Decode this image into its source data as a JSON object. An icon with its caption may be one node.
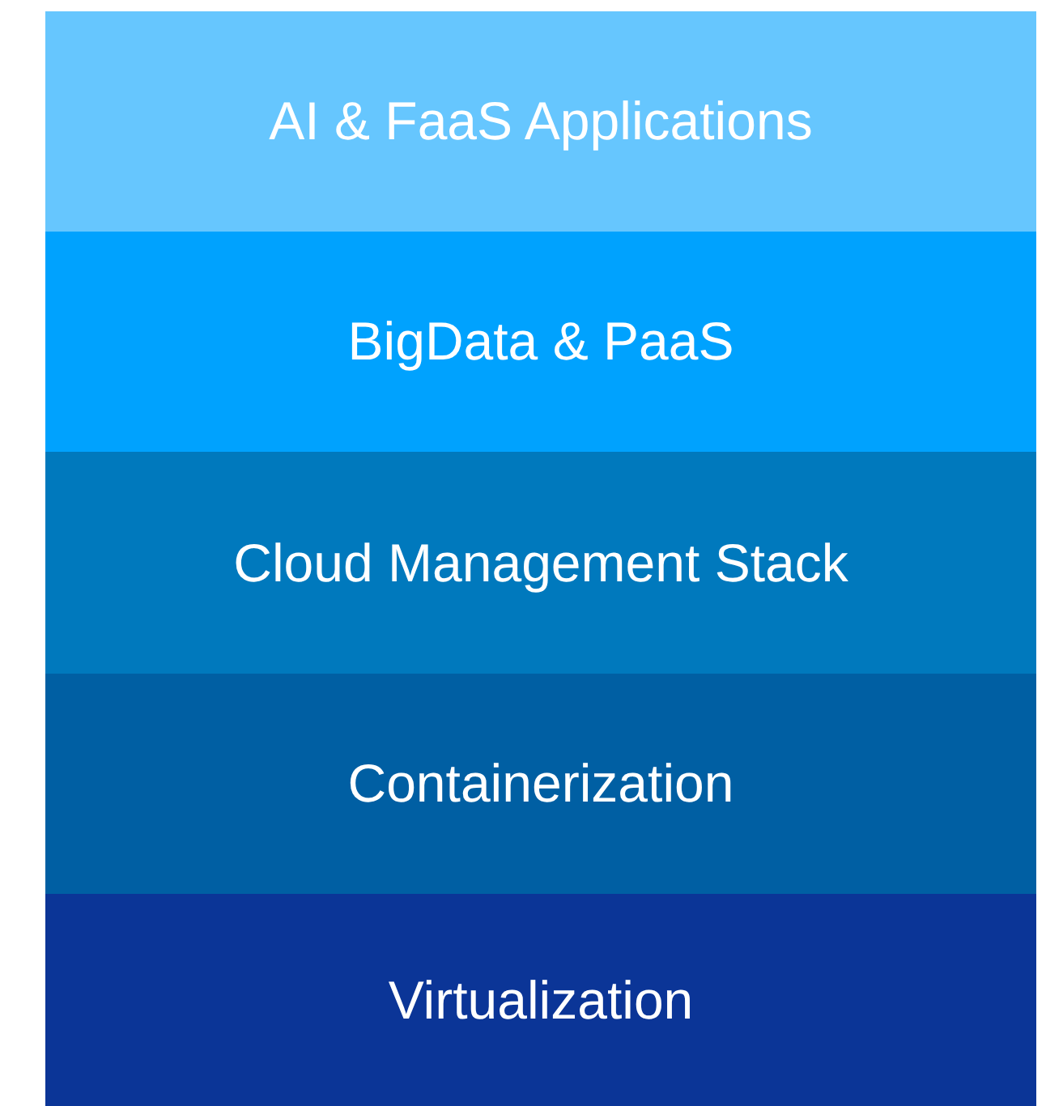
{
  "diagram": {
    "nodes": [
      {
        "text": [
          "AI & FaaS Applications"
        ]
      },
      {
        "text": [
          "BigData & PaaS"
        ]
      },
      {
        "text": [
          "Cloud Management Stack"
        ]
      },
      {
        "text": [
          "Containerization"
        ]
      },
      {
        "text": [
          "Virtualization"
        ]
      }
    ]
  }
}
